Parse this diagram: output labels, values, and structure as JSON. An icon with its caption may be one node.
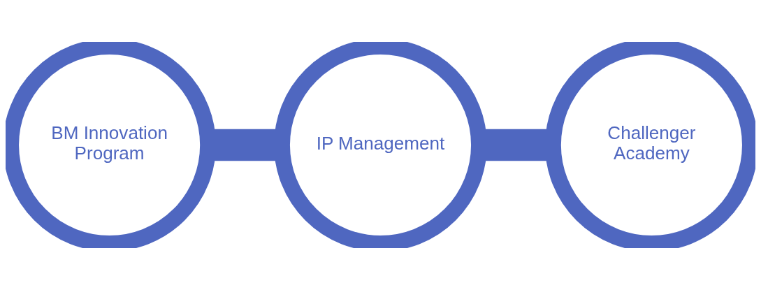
{
  "diagram": {
    "nodes": [
      {
        "text": [
          "BM Innovation Program"
        ]
      },
      {
        "text": [
          "IP Management"
        ]
      },
      {
        "text": [
          "Challenger Academy"
        ]
      }
    ],
    "edges": [
      {
        "from": 0,
        "to": 1,
        "arrow": "none"
      },
      {
        "from": 1,
        "to": 2,
        "arrow": "none"
      }
    ]
  }
}
